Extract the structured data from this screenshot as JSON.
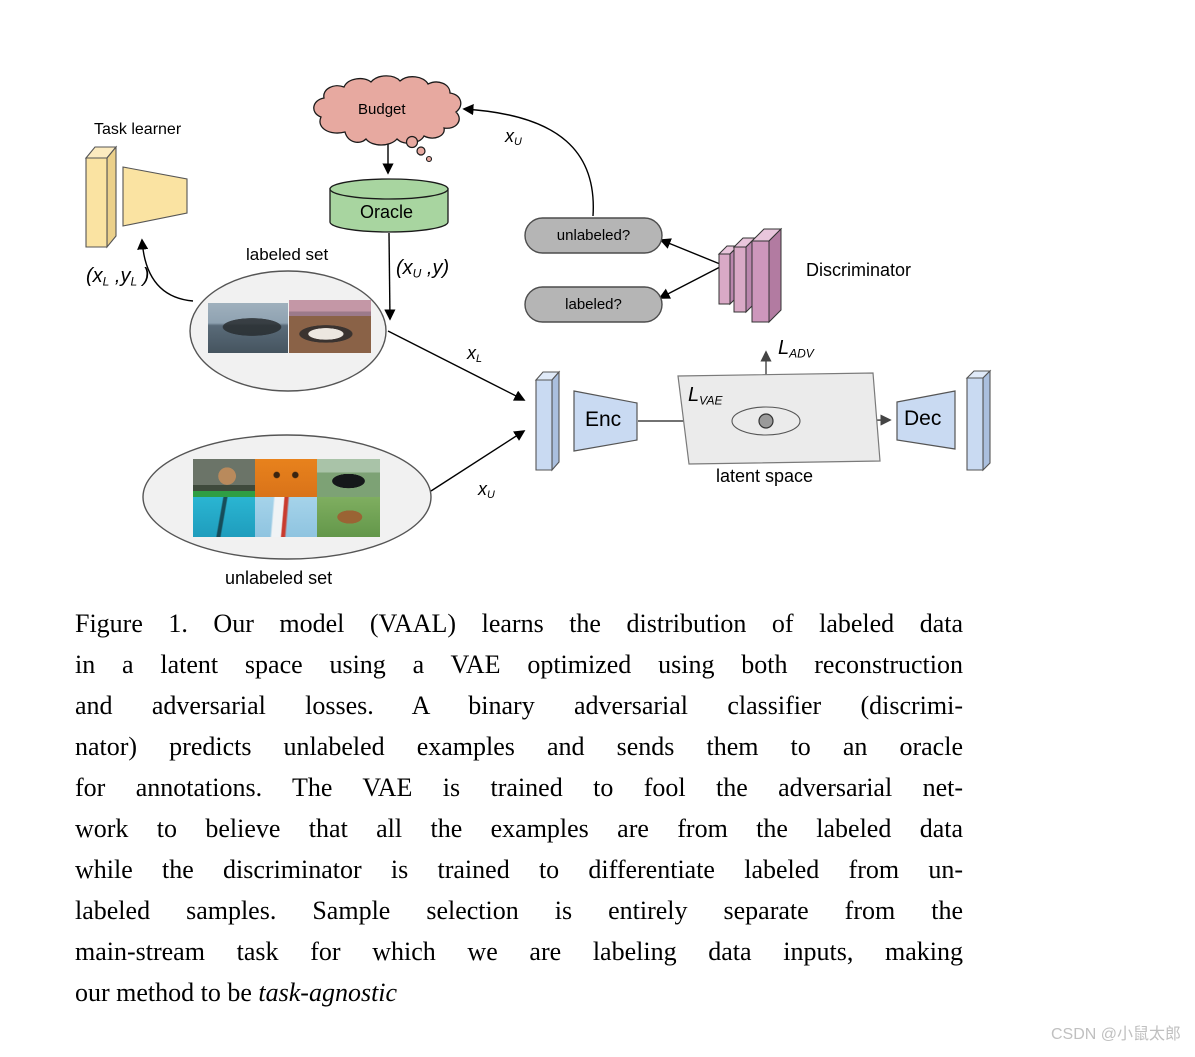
{
  "colors": {
    "cloud_pink": "#E7A9A0",
    "oracle_green": "#A8D5A0",
    "learner_yellow": "#FAE3A2",
    "enc_dec_blue": "#C9DAF2",
    "discriminator_pink_front": "#D9A9C6",
    "discriminator_pink_side": "#BA86AD",
    "discriminator_pink_top": "#E9C6DC",
    "pill_gray": "#B5B5B5",
    "latent_space_gray": "#EBEBEB",
    "set_ellipse_gray": "#F1F1F1",
    "watermark_gray": "#C0C0C0"
  },
  "diagram": {
    "task_learner_label": "Task learner",
    "budget_label": "Budget",
    "oracle_label": "Oracle",
    "labeled_set_label": "labeled set",
    "unlabeled_set_label": "unlabeled set",
    "unlabeled_pill_label": "unlabeled?",
    "labeled_pill_label": "labeled?",
    "discriminator_label": "Discriminator",
    "enc_label": "Enc",
    "dec_label": "Dec",
    "latent_space_label": "latent space",
    "math": {
      "xl_yl": {
        "p1": "(x",
        "s1": "L",
        "p2": " ,y",
        "s2": "L",
        "p3": " )"
      },
      "xu_y": {
        "p1": "(x",
        "s1": "U",
        "p2": " ,y)"
      },
      "x_l": {
        "base": "x",
        "sub": "L"
      },
      "x_u_top": {
        "base": "x",
        "sub": "U"
      },
      "x_u_mid": {
        "base": "x",
        "sub": "U"
      },
      "l_vae": {
        "base": "L",
        "sub": "VAE"
      },
      "l_adv": {
        "base": "L",
        "sub": "ADV"
      }
    }
  },
  "caption": {
    "lines": [
      "Figure 1. Our model (VAAL) learns the distribution of labeled data",
      "in a latent space using a VAE optimized using both reconstruction",
      "and adversarial losses.  A binary adversarial classifier (discrimi-",
      "nator) predicts unlabeled examples and sends them to an oracle",
      "for annotations.  The VAE is trained to fool the adversarial net-",
      "work to believe that all the examples are from the labeled data",
      "while the discriminator is trained to differentiate labeled from un-",
      "labeled samples.  Sample selection is entirely separate from the",
      "main-stream task for which we are labeling data inputs, making"
    ],
    "last_plain": "our method to be ",
    "last_italic": "task-agnostic"
  },
  "watermark": "CSDN @小鼠太郎"
}
